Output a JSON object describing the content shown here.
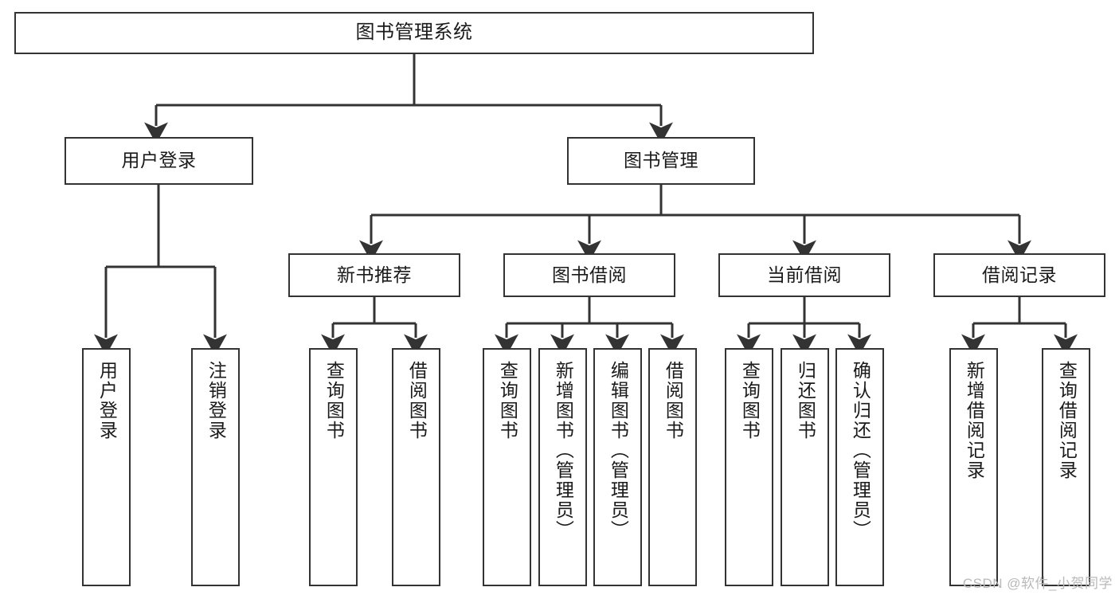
{
  "diagram": {
    "title": "图书管理系统",
    "type": "tree-hierarchy-chart",
    "colors": {
      "border": "#333333",
      "background": "#ffffff",
      "text": "#1a1a1a",
      "watermark": "#b9b9b9"
    },
    "root": {
      "label": "图书管理系统"
    },
    "level2": [
      {
        "label": "用户登录"
      },
      {
        "label": "图书管理"
      }
    ],
    "level3": [
      {
        "label": "新书推荐"
      },
      {
        "label": "图书借阅"
      },
      {
        "label": "当前借阅"
      },
      {
        "label": "借阅记录"
      }
    ],
    "leaves": {
      "user_login": [
        {
          "label": "用户登录"
        },
        {
          "label": "注销登录"
        }
      ],
      "new_book_recommend": [
        {
          "label": "查询图书"
        },
        {
          "label": "借阅图书"
        }
      ],
      "book_borrow": [
        {
          "label": "查询图书"
        },
        {
          "label": "新增图书（管理员）"
        },
        {
          "label": "编辑图书（管理员）"
        },
        {
          "label": "借阅图书"
        }
      ],
      "current_borrow": [
        {
          "label": "查询图书"
        },
        {
          "label": "归还图书"
        },
        {
          "label": "确认归还（管理员）"
        }
      ],
      "borrow_record": [
        {
          "label": "新增借阅记录"
        },
        {
          "label": "查询借阅记录"
        }
      ]
    }
  },
  "watermark": {
    "text": "CSDN @软件_小贺同学"
  }
}
